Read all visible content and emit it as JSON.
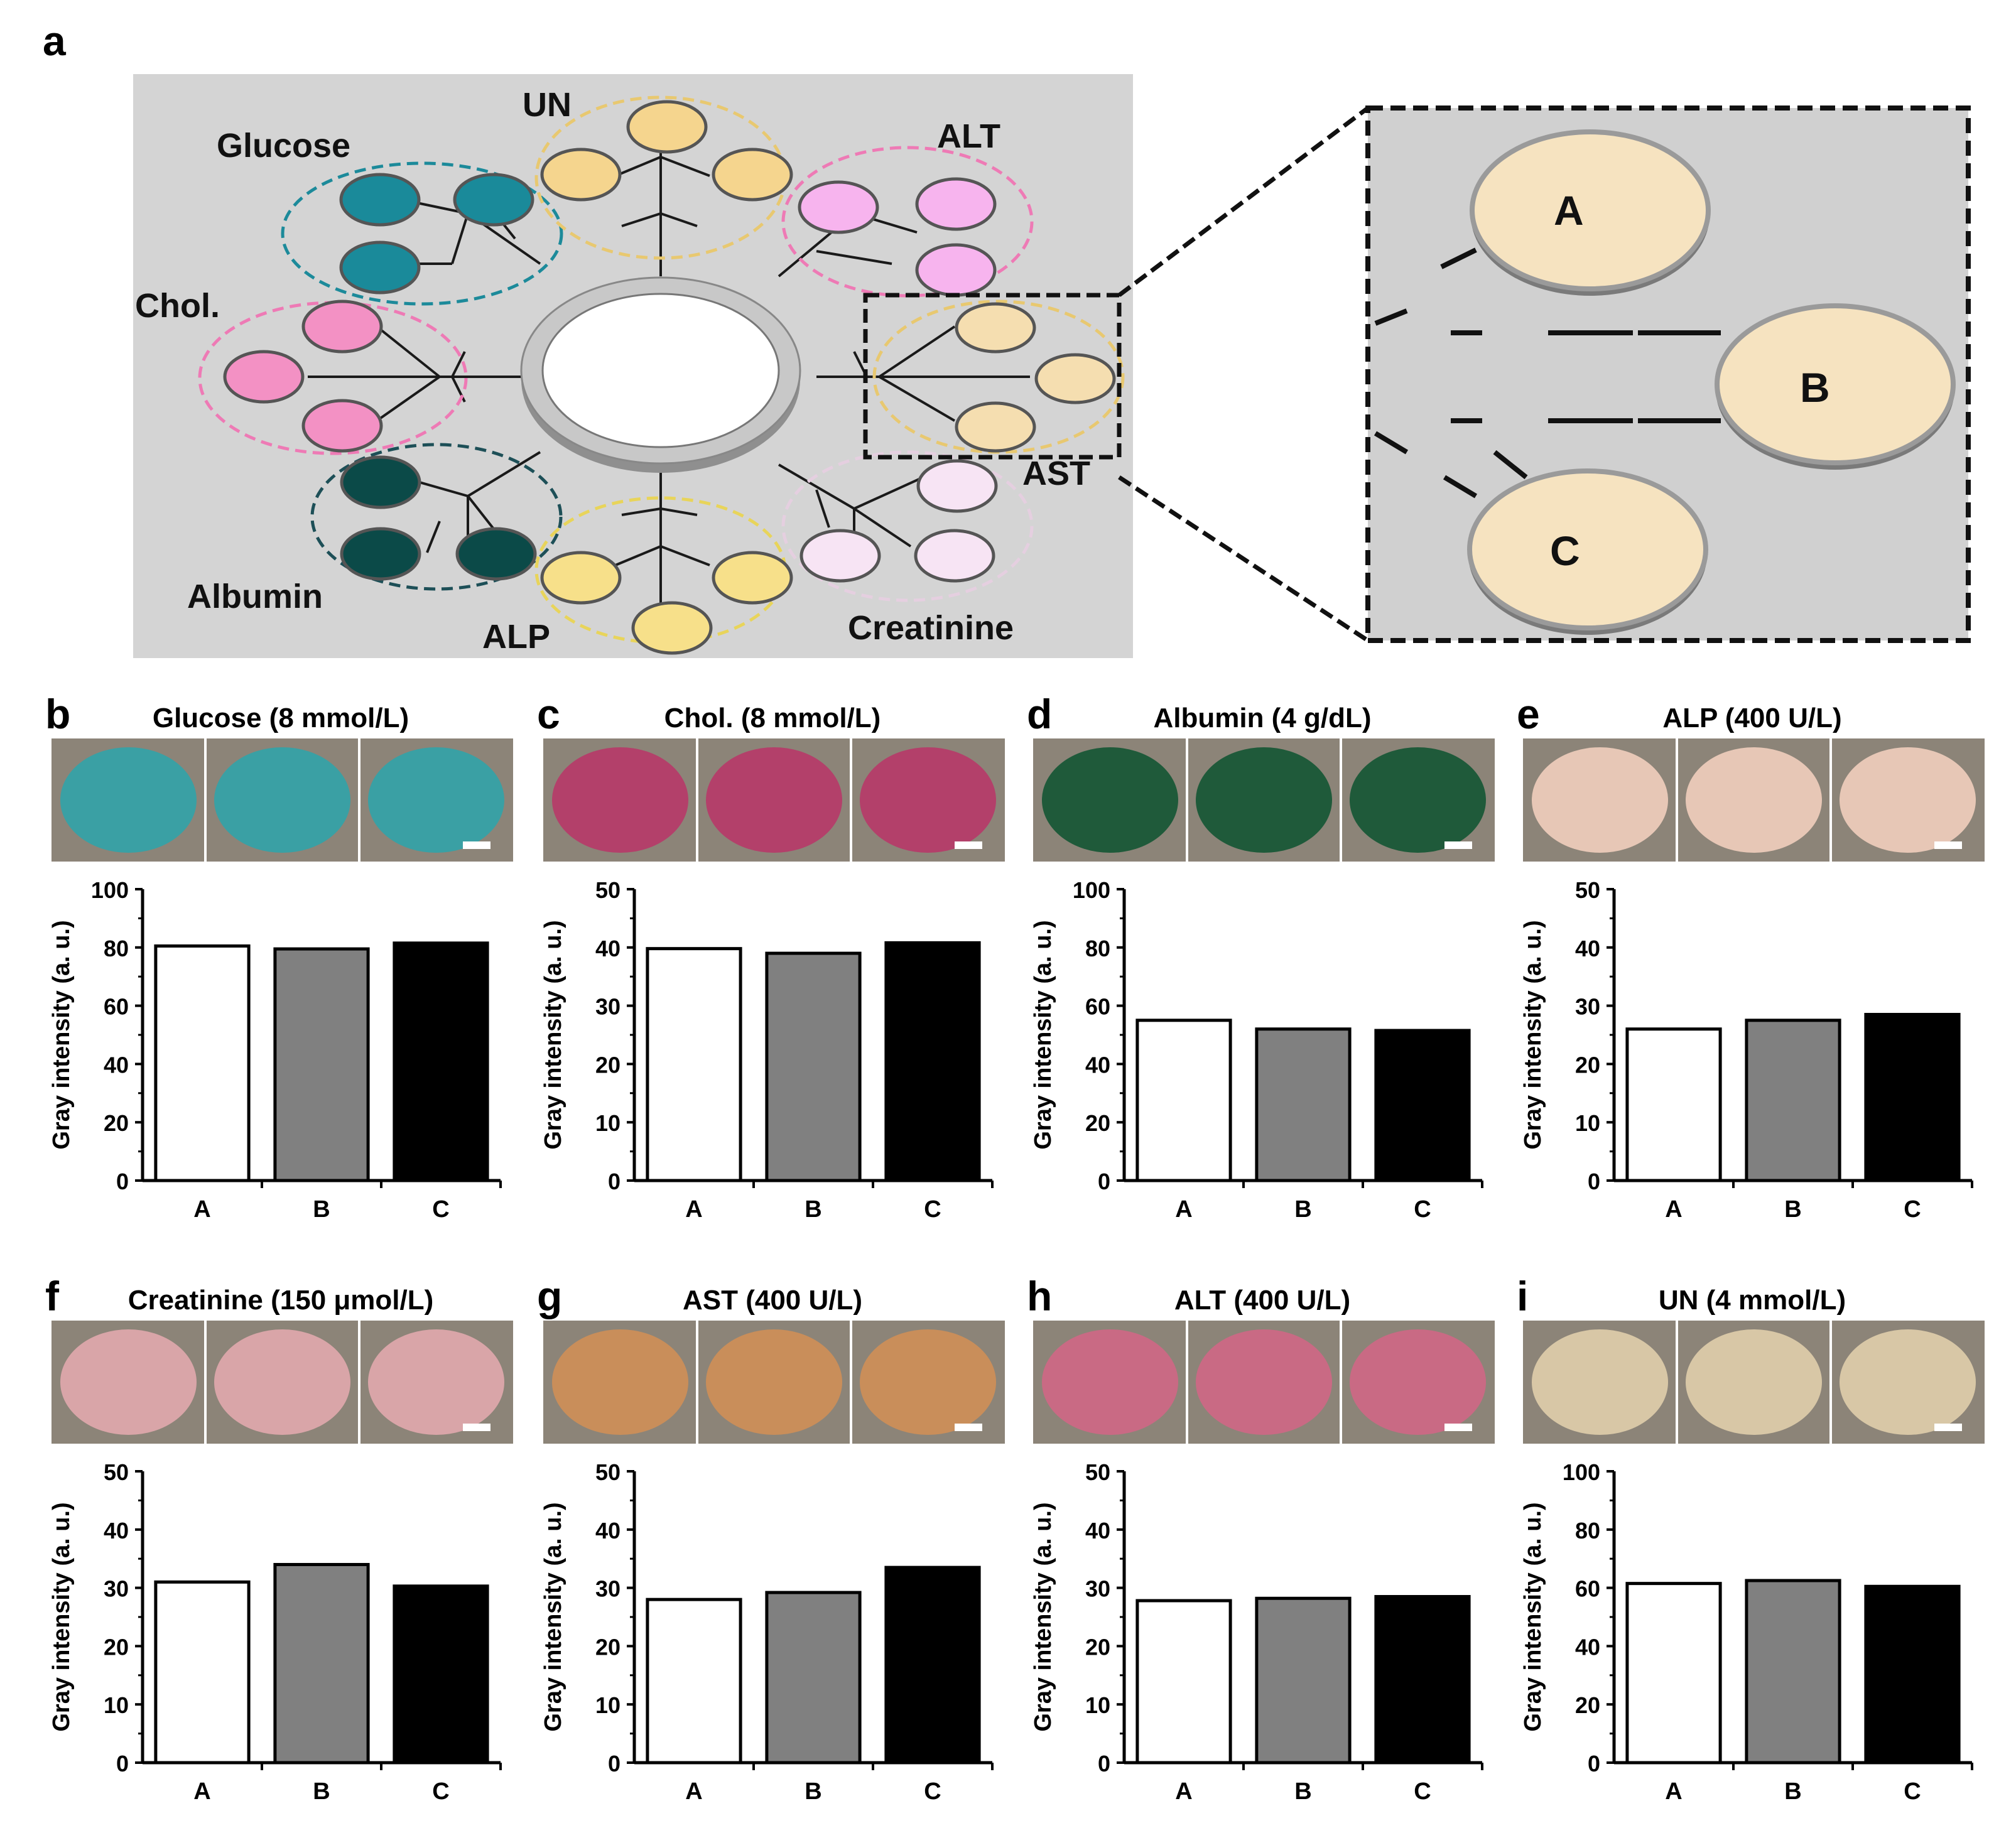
{
  "panel_a": {
    "letter": "a",
    "groups": [
      {
        "key": "glucose",
        "label": "Glucose",
        "color": "#1a8a9a",
        "ring": "#1c8a9a"
      },
      {
        "key": "un",
        "label": "UN",
        "color": "#f5d58e",
        "ring": "#e8c870"
      },
      {
        "key": "alt",
        "label": "ALT",
        "color": "#f7b4ee",
        "ring": "#ee7ab5"
      },
      {
        "key": "chol",
        "label": "Chol.",
        "color": "#f391c4",
        "ring": "#ee7ab5"
      },
      {
        "key": "ast",
        "label": "AST",
        "color": "#f5deb0",
        "ring": "#e8c870"
      },
      {
        "key": "albumin",
        "label": "Albumin",
        "color": "#0b4a48",
        "ring": "#1d4f57"
      },
      {
        "key": "alp",
        "label": "ALP",
        "color": "#f7e08a",
        "ring": "#e8d45a"
      },
      {
        "key": "creatinine",
        "label": "Creatinine",
        "color": "#f7e4f4",
        "ring": "#e5cfe0"
      }
    ],
    "zoom_labels": [
      "A",
      "B",
      "C"
    ],
    "zoom_color": "#f6e3c0"
  },
  "bar_colors": [
    "#ffffff",
    "#808080",
    "#000000"
  ],
  "ylabel": "Gray intensity (a. u.)",
  "chart_data": [
    {
      "letter": "b",
      "type": "bar",
      "title": "Glucose (8 mmol/L)",
      "ylabel": "Gray intensity (a. u.)",
      "ylim": [
        0,
        100
      ],
      "yticks": [
        "0",
        "20",
        "40",
        "60",
        "80",
        "100"
      ],
      "categories": [
        "A",
        "B",
        "C"
      ],
      "values": [
        80.5,
        79.5,
        81.5
      ],
      "strip": "#3aa0a4"
    },
    {
      "letter": "c",
      "type": "bar",
      "title": "Chol. (8 mmol/L)",
      "ylabel": "Gray intensity (a. u.)",
      "ylim": [
        0,
        50
      ],
      "yticks": [
        "0",
        "10",
        "20",
        "30",
        "40",
        "50"
      ],
      "categories": [
        "A",
        "B",
        "C"
      ],
      "values": [
        39.8,
        39,
        40.8
      ],
      "strip": "#b3406a"
    },
    {
      "letter": "d",
      "type": "bar",
      "title": "Albumin (4 g/dL)",
      "ylabel": "Gray intensity (a. u.)",
      "ylim": [
        0,
        100
      ],
      "yticks": [
        "0",
        "20",
        "40",
        "60",
        "80",
        "100"
      ],
      "categories": [
        "A",
        "B",
        "C"
      ],
      "values": [
        55,
        52,
        51.5
      ],
      "strip": "#1f5a3a"
    },
    {
      "letter": "e",
      "type": "bar",
      "title": "ALP (400 U/L)",
      "ylabel": "Gray intensity (a. u.)",
      "ylim": [
        0,
        50
      ],
      "yticks": [
        "0",
        "10",
        "20",
        "30",
        "40",
        "50"
      ],
      "categories": [
        "A",
        "B",
        "C"
      ],
      "values": [
        26,
        27.5,
        28.5
      ],
      "strip": "#e7c7b6"
    },
    {
      "letter": "f",
      "type": "bar",
      "title": "Creatinine (150 μmol/L)",
      "ylabel": "Gray intensity (a. u.)",
      "ylim": [
        0,
        50
      ],
      "yticks": [
        "0",
        "10",
        "20",
        "30",
        "40",
        "50"
      ],
      "categories": [
        "A",
        "B",
        "C"
      ],
      "values": [
        31,
        34,
        30.3
      ],
      "strip": "#d9a5a8"
    },
    {
      "letter": "g",
      "type": "bar",
      "title": "AST (400 U/L)",
      "ylabel": "Gray intensity (a. u.)",
      "ylim": [
        0,
        50
      ],
      "yticks": [
        "0",
        "10",
        "20",
        "30",
        "40",
        "50"
      ],
      "categories": [
        "A",
        "B",
        "C"
      ],
      "values": [
        28,
        29.2,
        33.5
      ],
      "strip": "#c98e5a"
    },
    {
      "letter": "h",
      "type": "bar",
      "title": "ALT (400 U/L)",
      "ylabel": "Gray intensity (a. u.)",
      "ylim": [
        0,
        50
      ],
      "yticks": [
        "0",
        "10",
        "20",
        "30",
        "40",
        "50"
      ],
      "categories": [
        "A",
        "B",
        "C"
      ],
      "values": [
        27.8,
        28.2,
        28.5
      ],
      "strip": "#c96a84"
    },
    {
      "letter": "i",
      "type": "bar",
      "title": "UN (4 mmol/L)",
      "ylabel": "Gray intensity (a. u.)",
      "ylim": [
        0,
        100
      ],
      "yticks": [
        "0",
        "20",
        "40",
        "60",
        "80",
        "100"
      ],
      "categories": [
        "A",
        "B",
        "C"
      ],
      "values": [
        61.5,
        62.5,
        60.5
      ],
      "strip": "#d8c7a6"
    }
  ]
}
